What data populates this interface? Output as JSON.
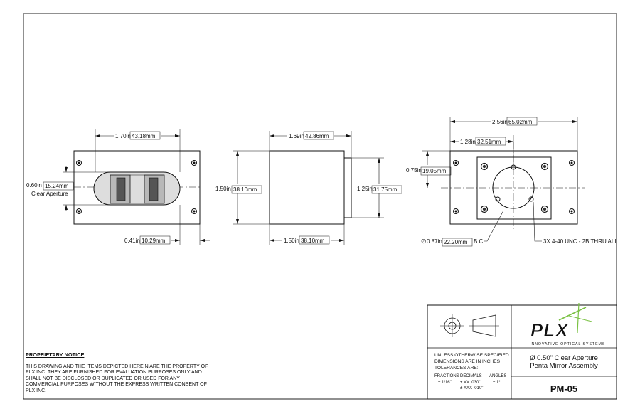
{
  "dimensions": {
    "front_width": "1.70in",
    "front_width_mm": "43.18mm",
    "aperture_height": "0.60in",
    "aperture_height_mm": "15.24mm",
    "aperture_label": "Clear Aperture",
    "front_offset": "0.41in",
    "front_offset_mm": "10.29mm",
    "side_width": "1.69in",
    "side_width_mm": "42.86mm",
    "side_height": "1.50in",
    "side_height_mm": "38.10mm",
    "side_inner_height": "1.25in",
    "side_inner_height_mm": "31.75mm",
    "side_depth": "1.50in",
    "side_depth_mm": "38.10mm",
    "rear_width": "2.56in",
    "rear_width_mm": "65.02mm",
    "rear_center": "1.28in",
    "rear_center_mm": "32.51mm",
    "rear_height": "0.75in",
    "rear_height_mm": "19.05mm",
    "bolt_circle_prefix": "∅",
    "bolt_circle": "0.87in",
    "bolt_circle_mm": "22.20mm",
    "bolt_circle_suffix": "B.C.",
    "thread_note": "3X 4-40 UNC - 2B THRU ALL"
  },
  "notice": {
    "title": "PROPRIETARY NOTICE",
    "body": "THIS DRAWING AND THE ITEMS DEPICTED HEREIN ARE THE PROPERTY OF PLX INC. THEY ARE FURNISHED FOR EVALUATION PURPOSES ONLY AND SHALL NOT BE DISCLOSED OR DUPLICATED OR USED FOR ANY COMMERCIAL PURPOSES WITHOUT THE EXPRESS WRITTEN CONSENT OF PLX INC."
  },
  "title_block": {
    "tolerance_line1": "UNLESS OTHERWISE SPECIFIED",
    "tolerance_line2": "DIMENSIONS ARE IN INCHES",
    "tolerance_line3": "TOLERANCES ARE:",
    "fractions_label": "FRACTIONS",
    "fractions_value": "± 1/16\"",
    "decimals_label": "DECIMALS",
    "decimals_xx": "± XX  .030\"",
    "decimals_xxx": "± XXX .010\"",
    "angles_label": "ANGLES",
    "angles_value": "± 1°",
    "logo_text": "PLX",
    "logo_tagline": "INNOVATIVE OPTICAL SYSTEMS",
    "description_line1": "Ø 0.50\" Clear Aperture",
    "description_line2": "Penta Mirror Assembly",
    "part_number": "PM-05"
  },
  "colors": {
    "line": "#111111",
    "logo_green": "#7ac143",
    "gray": "#cfcfcf"
  }
}
